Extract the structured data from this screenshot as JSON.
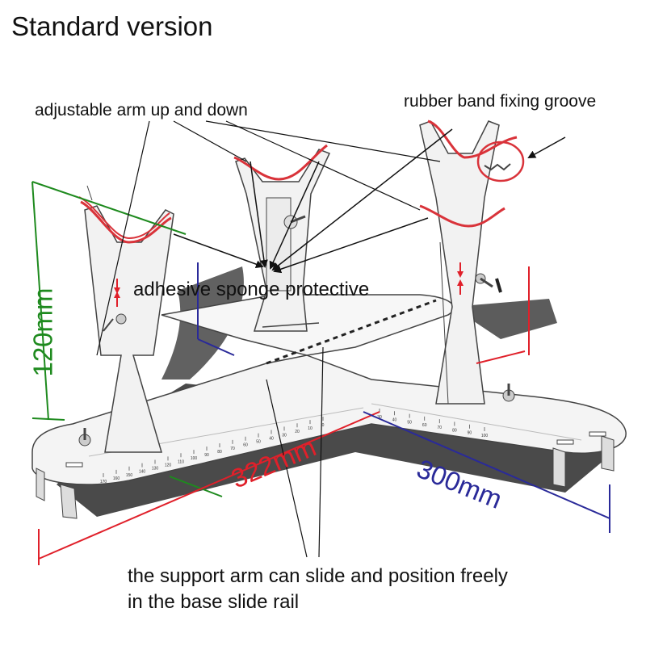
{
  "title": "Standard version",
  "annotations": {
    "arm_up_down": "adjustable arm up and down",
    "rubber_band": "rubber band fixing groove",
    "sponge": "adhesive sponge protective",
    "slide_line1": "the support arm can slide and position freely",
    "slide_line2": "in the base slide rail"
  },
  "dimensions": {
    "height": "120mm",
    "length": "322mm",
    "width": "300mm"
  },
  "ruler_numbers": [
    "170",
    "160",
    "150",
    "140",
    "130",
    "120",
    "110",
    "100",
    "90",
    "80",
    "70",
    "60",
    "50",
    "40",
    "30",
    "20",
    "10",
    "0"
  ],
  "ruler_numbers_right": [
    "30",
    "40",
    "50",
    "60",
    "70",
    "80",
    "90",
    "100"
  ],
  "colors": {
    "green": "#1e8a1e",
    "red": "#e0202a",
    "blue": "#2a2a99",
    "rubber": "#d9333a",
    "ink": "#111111"
  }
}
